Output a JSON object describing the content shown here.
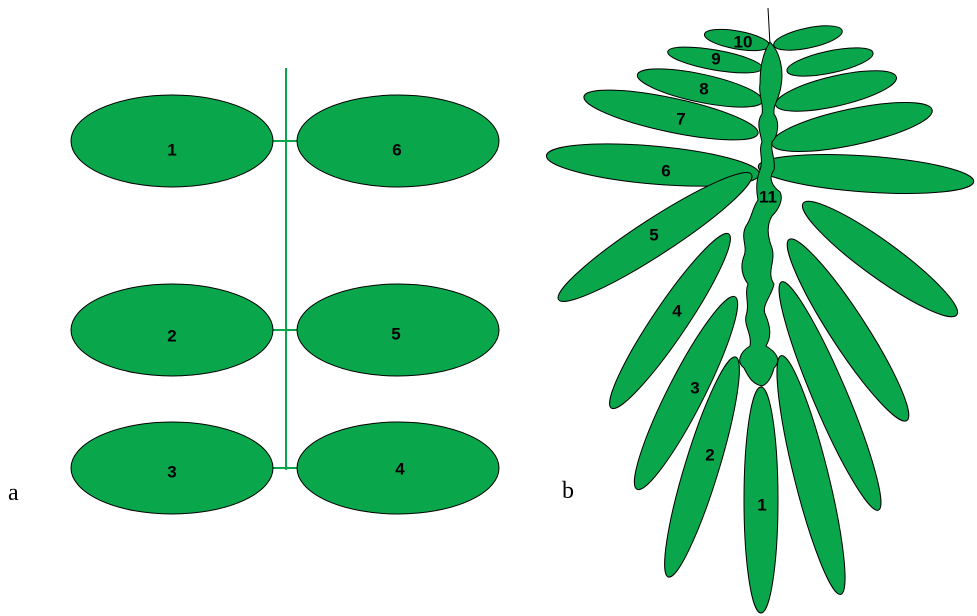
{
  "colors": {
    "leaf": "#0aa64b",
    "outline": "#000000",
    "background": "#ffffff"
  },
  "panel_a": {
    "label": "a",
    "leaflets": [
      {
        "label": "1"
      },
      {
        "label": "6"
      },
      {
        "label": "2"
      },
      {
        "label": "5"
      },
      {
        "label": "3"
      },
      {
        "label": "4"
      }
    ]
  },
  "panel_b": {
    "label": "b",
    "leaflet_labels": [
      "1",
      "2",
      "3",
      "4",
      "5",
      "6",
      "7",
      "8",
      "9",
      "10",
      "11"
    ]
  }
}
